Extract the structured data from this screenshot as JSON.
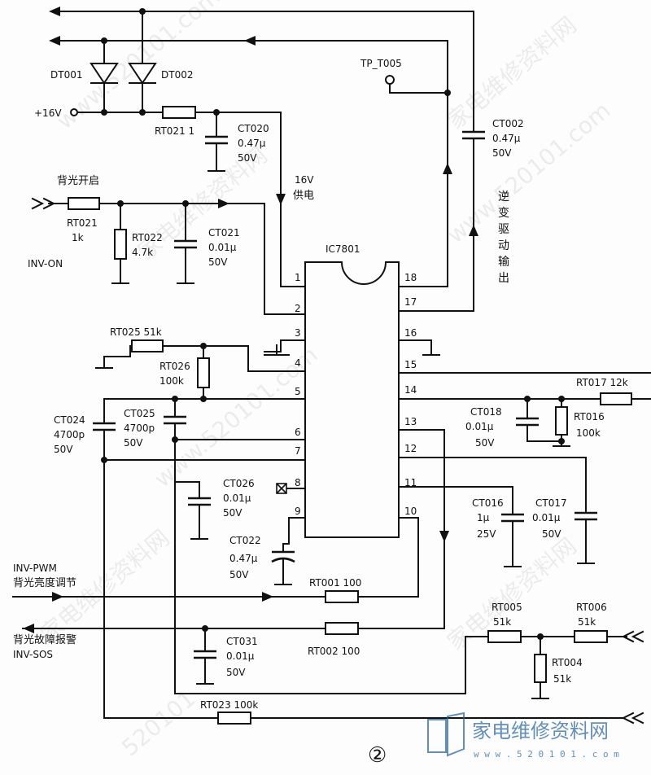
{
  "ic": {
    "ref": "IC7801",
    "pins_left": [
      "1",
      "2",
      "3",
      "4",
      "5",
      "6",
      "7",
      "8",
      "9"
    ],
    "pins_right": [
      "18",
      "17",
      "16",
      "15",
      "14",
      "13",
      "12",
      "11",
      "10"
    ]
  },
  "supply": {
    "label": "+16V",
    "note_v": "16V",
    "note_text": "供电"
  },
  "diodes": {
    "d1": "DT001",
    "d2": "DT002"
  },
  "resistors": {
    "rt021a": "RT021  1",
    "rt021b_ref": "RT021",
    "rt021b_val": "1k",
    "rt022_ref": "RT022",
    "rt022_val": "4.7k",
    "rt025": "RT025  51k",
    "rt026_ref": "RT026",
    "rt026_val": "100k",
    "rt017": "RT017  12k",
    "rt016_ref": "RT016",
    "rt016_val": "100k",
    "rt001": "RT001  100",
    "rt002": "RT002  100",
    "rt005_ref": "RT005",
    "rt005_val": "51k",
    "rt006_ref": "RT006",
    "rt006_val": "51k",
    "rt004_ref": "RT004",
    "rt004_val": "51k",
    "rt023": "RT023  100k"
  },
  "capacitors": {
    "ct020": [
      "CT020",
      "0.47μ",
      "50V"
    ],
    "ct021": [
      "CT021",
      "0.01μ",
      "50V"
    ],
    "ct002": [
      "CT002",
      "0.47μ",
      "50V"
    ],
    "ct024": [
      "CT024",
      "4700p",
      "50V"
    ],
    "ct025": [
      "CT025",
      "4700p",
      "50V"
    ],
    "ct026": [
      "CT026",
      "0.01μ",
      "50V"
    ],
    "ct022": [
      "CT022",
      "0.47μ",
      "50V"
    ],
    "ct018": [
      "CT018",
      "0.01μ",
      "50V"
    ],
    "ct016": [
      "CT016",
      "1μ",
      "25V"
    ],
    "ct017": [
      "CT017",
      "0.01μ",
      "50V"
    ],
    "ct031": [
      "CT031",
      "0.01μ",
      "50V"
    ]
  },
  "signals": {
    "backlight_on": "背光开启",
    "inv_on": "INV-ON",
    "tp": "TP_T005",
    "inverter_out": [
      "逆",
      "变",
      "驱",
      "动",
      "输",
      "出"
    ],
    "inv_pwm": "INV-PWM",
    "brightness": "背光亮度调节",
    "fault": "背光故障报警",
    "inv_sos": "INV-SOS"
  },
  "figure_number": "②",
  "watermarks": [
    "家电维修资料网",
    "www.520101.com",
    "520101"
  ],
  "footer": {
    "brand": "家电维修资料网",
    "url": "w w w . 5 2 0 1 0 1 . c o m"
  }
}
